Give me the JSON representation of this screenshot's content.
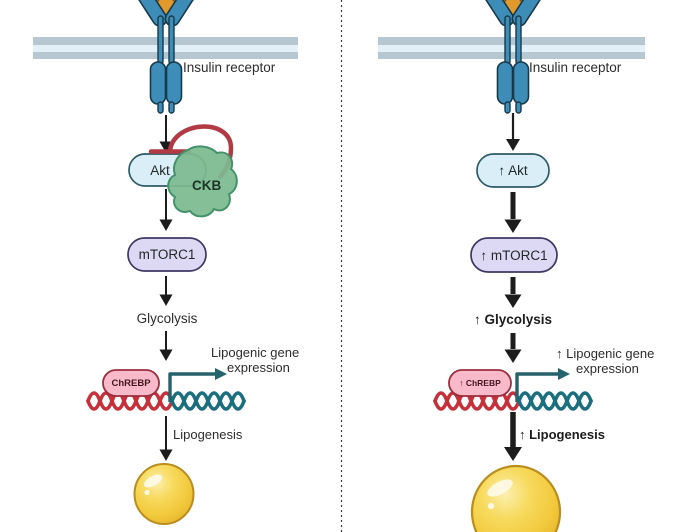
{
  "figure_type": "signaling-pathway-diagram",
  "left": {
    "receptor": "Insulin receptor",
    "akt": "Akt",
    "ckb": "CKB",
    "mtorc1": "mTORC1",
    "glycolysis": "Glycolysis",
    "chrebp": "ChREBP",
    "gene_line1": "Lipogenic gene",
    "gene_line2": "expression",
    "lipogenesis": "Lipogenesis"
  },
  "right": {
    "receptor": "Insulin receptor",
    "akt": "↑ Akt",
    "mtorc1": "↑ mTORC1",
    "glycolysis": "↑ Glycolysis",
    "chrebp": "↑ ChREBP",
    "gene_line1": "↑ Lipogenic gene",
    "gene_line2": "expression",
    "lipogenesis": "↑ Lipogenesis"
  },
  "colors": {
    "receptor_blue": "#3e8cb8",
    "receptor_outline": "#173a4a",
    "insulin_orange": "#e2992b",
    "membrane_bar": "#b6c7d1",
    "membrane_gap": "#e4f0f7",
    "akt_fill": "#d9eef7",
    "akt_border": "#2f5a66",
    "ckb_fill": "#7cba90",
    "ckb_border": "#43926a",
    "inhibition_red": "#b23a45",
    "mtorc1_fill": "#ddd8f3",
    "mtorc1_border": "#3e3760",
    "chrebp_fill": "#f8bacb",
    "chrebp_border": "#9b2e3f",
    "dna_red": "#c5303a",
    "dna_teal": "#1b6f7c",
    "transcription_arrow": "#26626a",
    "droplet_yellow": "#f2c93c",
    "droplet_border": "#b98e1e",
    "arrow_black": "#1c1c1c"
  }
}
